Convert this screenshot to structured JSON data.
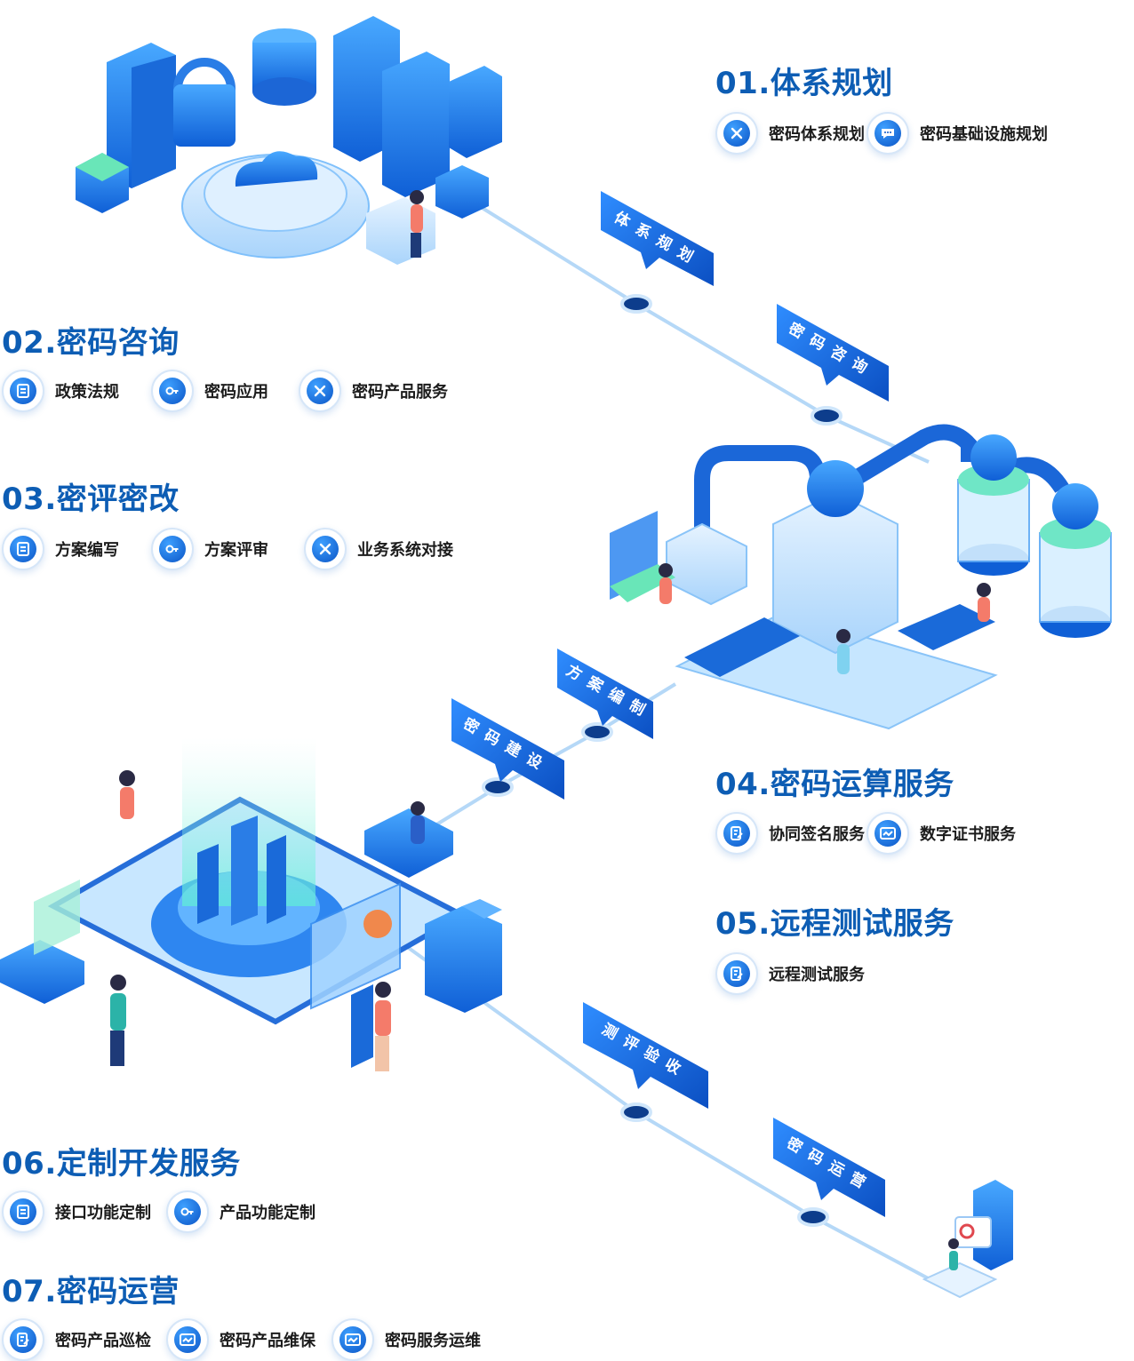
{
  "colors": {
    "title": "#0d5db4",
    "accent": "#1a7be8",
    "line": "#a9d0f5"
  },
  "sections": [
    {
      "title": "01.体系规划",
      "items": [
        {
          "label": "密码体系规划",
          "icon": "tools-icon"
        },
        {
          "label": "密码基础设施规划",
          "icon": "chat-icon"
        }
      ]
    },
    {
      "title": "02.密码咨询",
      "items": [
        {
          "label": "政策法规",
          "icon": "document-icon"
        },
        {
          "label": "密码应用",
          "icon": "key-icon"
        },
        {
          "label": "密码产品服务",
          "icon": "tools-icon"
        }
      ]
    },
    {
      "title": "03.密评密改",
      "items": [
        {
          "label": "方案编写",
          "icon": "document-icon"
        },
        {
          "label": "方案评审",
          "icon": "key-icon"
        },
        {
          "label": "业务系统对接",
          "icon": "tools-icon"
        }
      ]
    },
    {
      "title": "04.密码运算服务",
      "items": [
        {
          "label": "协同签名服务",
          "icon": "sign-icon"
        },
        {
          "label": "数字证书服务",
          "icon": "certificate-icon"
        }
      ]
    },
    {
      "title": "05.远程测试服务",
      "items": [
        {
          "label": "远程测试服务",
          "icon": "sign-icon"
        }
      ]
    },
    {
      "title": "06.定制开发服务",
      "items": [
        {
          "label": "接口功能定制",
          "icon": "document-icon"
        },
        {
          "label": "产品功能定制",
          "icon": "key-icon"
        }
      ]
    },
    {
      "title": "07.密码运营",
      "items": [
        {
          "label": "密码产品巡检",
          "icon": "sign-icon"
        },
        {
          "label": "密码产品维保",
          "icon": "certificate-icon"
        },
        {
          "label": "密码服务运维",
          "icon": "certificate-icon"
        }
      ]
    }
  ],
  "stages": [
    {
      "label": "体系规划"
    },
    {
      "label": "密码咨询"
    },
    {
      "label": "方案编制"
    },
    {
      "label": "密码建设"
    },
    {
      "label": "测评验收"
    },
    {
      "label": "密码运营"
    }
  ]
}
